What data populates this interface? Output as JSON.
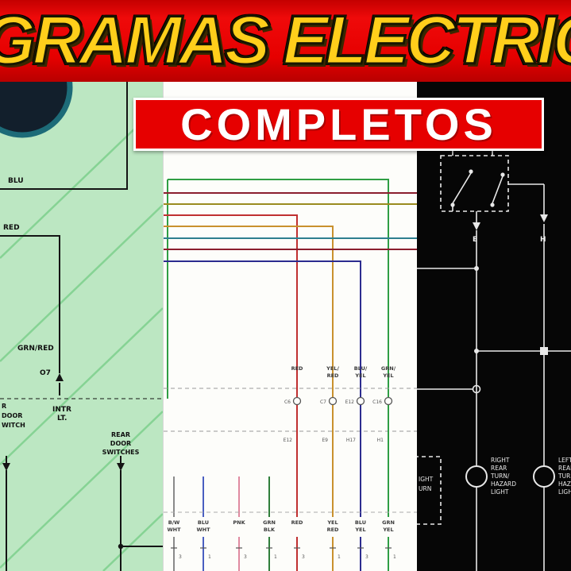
{
  "banner": {
    "title": "GRAMAS ELECTRIC",
    "subtitle": "COMPLETOS"
  },
  "palette": {
    "banner_red": "#e60000",
    "title_yellow": "#ffcf1b",
    "subtitle_white": "#ffffff",
    "left_panel_bg": "#bce7c2",
    "mid_panel_bg": "#fdfdfa",
    "right_panel_bg": "#060606",
    "wire_red": "#c03030",
    "wire_green": "#2f9e44",
    "wire_navy": "#2c2c8f",
    "wire_tan": "#c9912d",
    "wire_maroon": "#8b1e2e",
    "wire_olive": "#9a8b1f",
    "wire_teal": "#2e7f8f",
    "wire_pink": "#e08aa0",
    "wire_gray": "#8a8a8a",
    "wire_blue": "#4a5fc1",
    "diag_green": "#86d394"
  },
  "left": {
    "labels": {
      "blu": "BLU",
      "red": "RED",
      "grn_red": "GRN/RED",
      "o7": "O7",
      "intr": "INTR",
      "lt": "LT.",
      "cut_r": "R",
      "cut_door": "DOOR",
      "cut_switch": "WITCH",
      "rear": "REAR",
      "door": "DOOR",
      "switches": "SWITCHES"
    }
  },
  "mid": {
    "top_labels": [
      {
        "l1": "RED",
        "l2": ""
      },
      {
        "l1": "YEL/",
        "l2": "RED"
      },
      {
        "l1": "BLU/",
        "l2": "YEL"
      },
      {
        "l1": "GRN/",
        "l2": "YEL"
      }
    ],
    "conn_top": [
      "C6",
      "C7",
      "E12",
      "C16"
    ],
    "conn_bottom": [
      "E12",
      "E9",
      "H17",
      "H1"
    ],
    "bottom_labels": [
      {
        "l1": "B/W",
        "l2": "WHT"
      },
      {
        "l1": "BLU",
        "l2": "WHT"
      },
      {
        "l1": "PNK",
        "l2": ""
      },
      {
        "l1": "GRN",
        "l2": "BLK"
      },
      {
        "l1": "RED",
        "l2": ""
      },
      {
        "l1": "YEL",
        "l2": "RED"
      },
      {
        "l1": "BLU",
        "l2": "YEL"
      },
      {
        "l1": "GRN",
        "l2": "YEL"
      }
    ],
    "pins": [
      "3",
      "1",
      "3",
      "1",
      "3",
      "1",
      "3",
      "1"
    ]
  },
  "right": {
    "e": "E",
    "h": "H",
    "lamp_right": [
      "RIGHT",
      "REAR",
      "TURN/",
      "HAZARD",
      "LIGHT"
    ],
    "lamp_left": [
      "LEFT",
      "REAR",
      "TURN/",
      "HAZARD",
      "LIGHT"
    ],
    "cut_fragments": [
      "IGHT",
      "URN"
    ]
  }
}
